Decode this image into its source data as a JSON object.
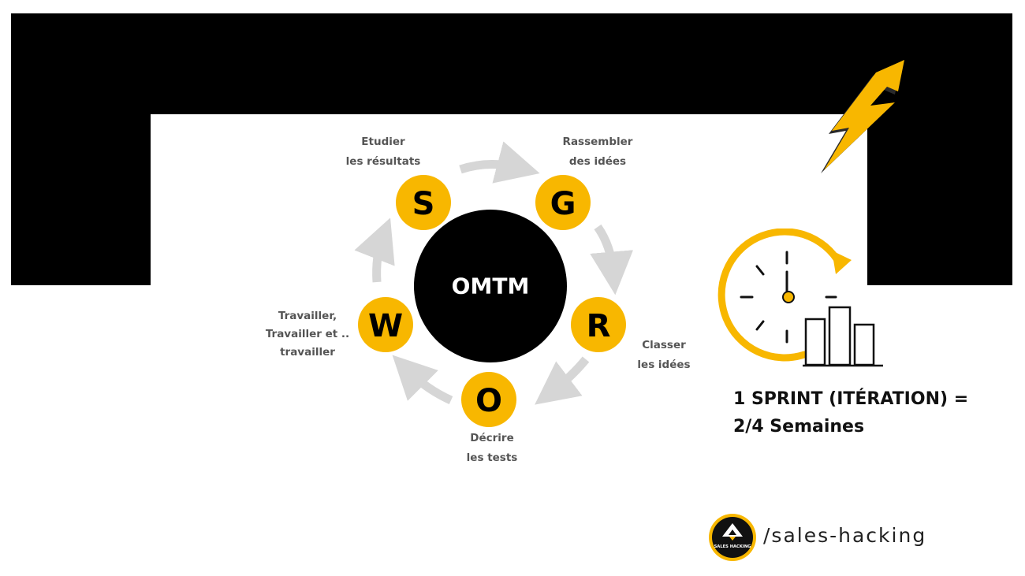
{
  "diagram": {
    "center_label": "OMTM",
    "steps": [
      {
        "letter": "S",
        "label_line1": "Etudier",
        "label_line2": "les résultats",
        "label_line3": ""
      },
      {
        "letter": "G",
        "label_line1": "Rassembler",
        "label_line2": "des idées",
        "label_line3": ""
      },
      {
        "letter": "R",
        "label_line1": "Classer",
        "label_line2": "les idées",
        "label_line3": ""
      },
      {
        "letter": "O",
        "label_line1": "Décrire",
        "label_line2": "les tests",
        "label_line3": ""
      },
      {
        "letter": "W",
        "label_line1": "Travailler,",
        "label_line2": "Travailler et ..",
        "label_line3": "travailler"
      }
    ]
  },
  "sprint": {
    "line1": "1 SPRINT (ITÉRATION) =",
    "line2": "2/4 Semaines"
  },
  "brand": {
    "logo_text": "SALES HACKING",
    "handle": "/sales-hacking"
  },
  "colors": {
    "accent": "#F8B700",
    "black": "#000000",
    "arrow": "#D6D6D6",
    "text_gray": "#555555"
  },
  "icons": [
    "lightning-bolt-icon",
    "clock-chart-icon",
    "sales-hacking-logo-icon"
  ]
}
